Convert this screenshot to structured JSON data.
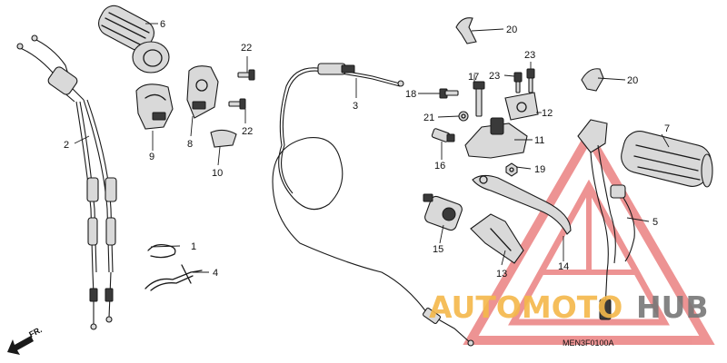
{
  "callouts": {
    "c1": "1",
    "c2": "2",
    "c3": "3",
    "c4": "4",
    "c5": "5",
    "c6": "6",
    "c7": "7",
    "c8": "8",
    "c9": "9",
    "c10": "10",
    "c11": "11",
    "c12": "12",
    "c13": "13",
    "c14": "14",
    "c15": "15",
    "c16": "16",
    "c17": "17",
    "c18": "18",
    "c19": "19",
    "c20a": "20",
    "c20b": "20",
    "c21": "21",
    "c22a": "22",
    "c22b": "22",
    "c23a": "23",
    "c23b": "23"
  },
  "front_arrow": {
    "label": "FR."
  },
  "diagram_code": "MEN3F0100A",
  "watermark": {
    "part1": "AUTOMOTO",
    "part2": "HUB",
    "colors": {
      "orange": "#f4b84a",
      "gray": "#777777",
      "red": "#e03c3c"
    }
  }
}
